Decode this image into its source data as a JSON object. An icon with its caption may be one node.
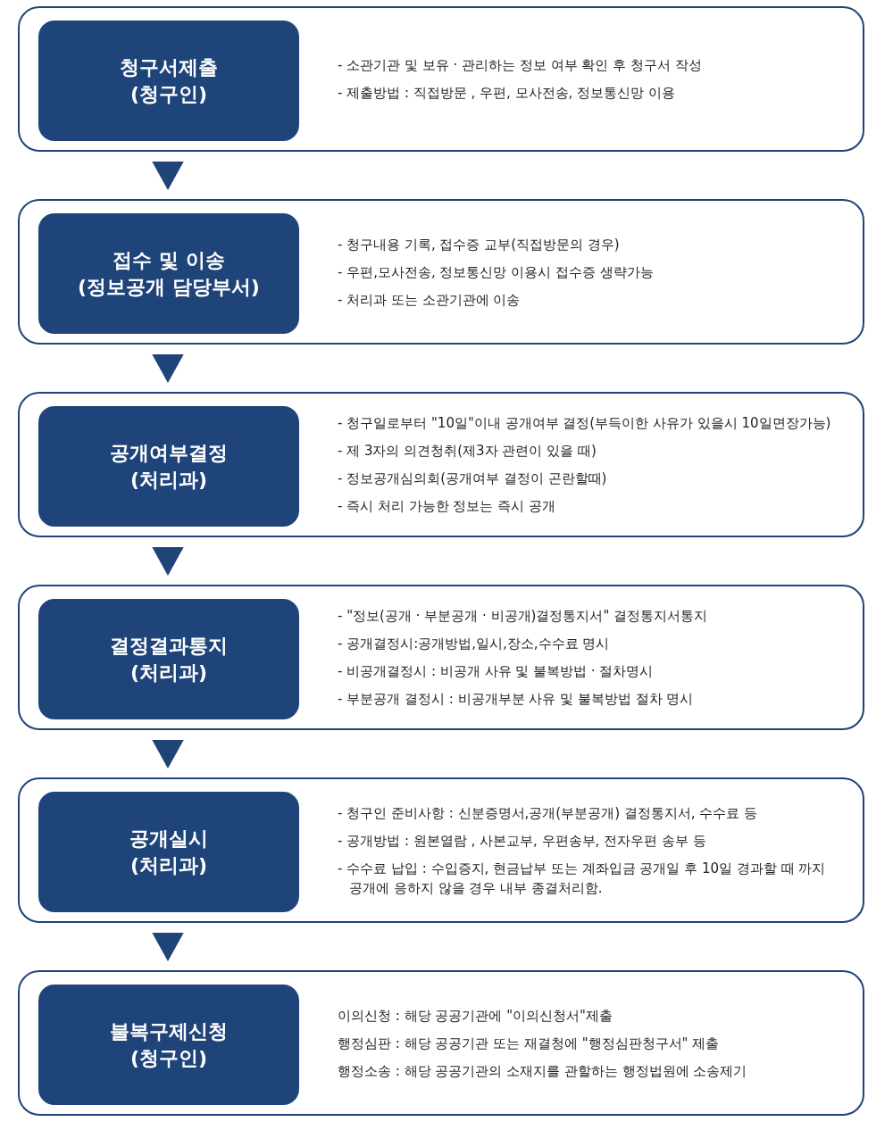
{
  "diagram": {
    "nodes": [
      {
        "text": [
          "- 소관기관 및 보유 · 관리하는 정보 여부 확인 후 청구서 작성",
          "- 제출방법 : 직접방문 , 우편, 모사전송, 정보통신망 이용"
        ]
      },
      {
        "text": [
          "청구서제출",
          "(청구인)"
        ],
        "in": 0
      },
      {
        "text": [
          "- 청구내용 기록, 접수증 교부(직접방문의 경우)",
          "- 우편,모사전송, 정보통신망 이용시 접수증 생략가능",
          "- 처리과 또는 소관기관에 이송"
        ]
      },
      {
        "text": [
          "접수 및 이송",
          "(정보공개 담당부서)"
        ],
        "in": 2
      },
      {
        "text": [
          "- 청구일로부터 \"10일\"이내 공개여부 결정(부득이한 사유가 있을시 10일면장가능)",
          "- 제 3자의 의견청취(제3자 관련이 있을 때)",
          "- 정보공개심의회(공개여부 결정이 곤란할때)",
          "- 즉시 처리 가능한 정보는 즉시 공개"
        ]
      },
      {
        "text": [
          "공개여부결정",
          "(처리과)"
        ],
        "in": 4
      },
      {
        "text": [
          "- \"정보(공개 · 부분공개 · 비공개)결정통지서\" 결정통지서통지",
          "- 공개결정시:공개방법,일시,장소,수수료 명시",
          "- 비공개결정시 : 비공개 사유 및 불복방법 · 절차명시",
          "- 부분공개 결정시 : 비공개부분 사유 및 불복방법 절차 명시"
        ]
      },
      {
        "text": [
          "결정결과통지",
          "(처리과)"
        ],
        "in": 6
      },
      {
        "text": [
          "- 청구인 준비사항 : 신분증명서,공개(부분공개) 결정통지서, 수수료 등",
          "- 공개방법 : 원본열람 , 사본교부, 우편송부, 전자우편 송부 등",
          "- 수수료 납입 : 수입증지, 현금납부 또는 계좌입금 공개일 후 10일 경과할 때 까지 공개에 응하지 않을 경우 내부 종결처리함."
        ]
      },
      {
        "text": [
          "공개실시",
          "(처리과)"
        ],
        "in": 8
      },
      {
        "text": [
          "이의신청 : 해당 공공기관에 \"이의신청서\"제출",
          "행정심판 : 해당 공공기관 또는 재결청에 \"행정심판청구서\" 제출",
          "행정소송 : 해당 공공기관의 소재지를 관할하는 행정법원에 소송제기"
        ]
      },
      {
        "text": [
          "불복구제신청",
          "(청구인)"
        ],
        "in": 10
      }
    ],
    "edges": [
      {
        "from": 0,
        "to": 2,
        "arrow": "to"
      },
      {
        "from": 2,
        "to": 4,
        "arrow": "to"
      },
      {
        "from": 4,
        "to": 6,
        "arrow": "to"
      },
      {
        "from": 6,
        "to": 8,
        "arrow": "to"
      },
      {
        "from": 8,
        "to": 10,
        "arrow": "to"
      }
    ]
  }
}
